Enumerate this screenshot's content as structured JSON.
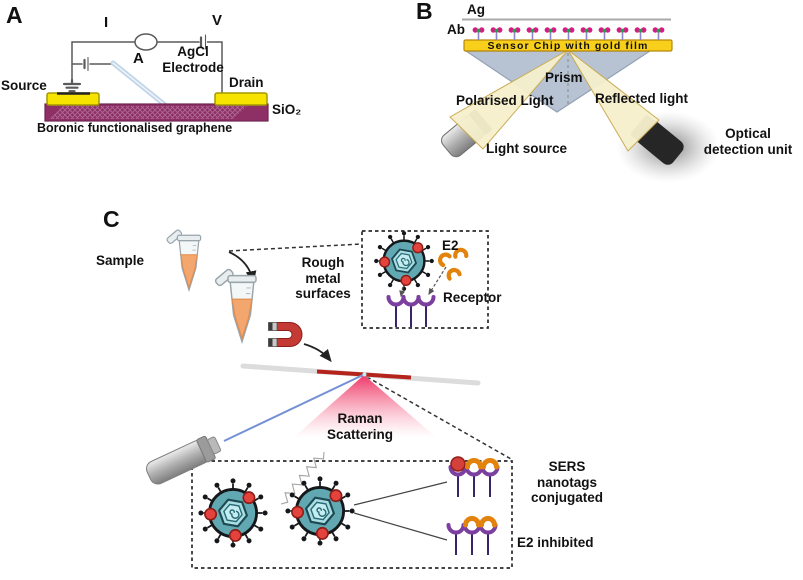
{
  "figure": {
    "type": "biosensor-schematic-figure",
    "panels": [
      "A",
      "B",
      "C"
    ]
  },
  "panel_a": {
    "label": "A",
    "current_label": "I",
    "voltage_label": "V",
    "ammeter_label": "A",
    "electrode_label": "AgCl Electrode",
    "source_label": "Source",
    "drain_label": "Drain",
    "oxide_label": "SiO₂",
    "channel_label": "Boronic functionalised graphene"
  },
  "panel_b": {
    "label": "B",
    "ag_label": "Ag",
    "ab_label": "Ab",
    "chip_label": "Sensor Chip with gold film",
    "prism_label": "Prism",
    "polarised_light_label": "Polarised Light",
    "reflected_light_label": "Reflected light",
    "light_source_label": "Light source",
    "detector_label": "Optical detection unit"
  },
  "panel_c": {
    "label": "C",
    "sample_label": "Sample",
    "rough_metal_label": "Rough metal surfaces",
    "e2_label": "E2",
    "receptor_label": "Receptor",
    "raman_label": "Raman Scattering",
    "sers_label": "SERS nanotags conjugated",
    "e2_inhibited_label": "E2 inhibited"
  },
  "colors": {
    "substrate_purple": "#8e2f66",
    "electrode_gold": "#f6e300",
    "chip_gold": "#f8cf1b",
    "prism_gray_blue": "#b7c3d2",
    "beam_pale_yellow": "#f6f0cd",
    "virus_teal": "#61a8b2",
    "sers_nanotag_red": "#d4403a",
    "receptor_purple": "#7b3fa0",
    "e2_orange": "#e2830e",
    "magnet_red": "#c43a34",
    "raman_pink": "#ed2a5e",
    "laser_blue": "#7591d6",
    "agcl_electrode_blue": "#c3d6e8",
    "sample_liquid_orange": "#f3a76f"
  }
}
